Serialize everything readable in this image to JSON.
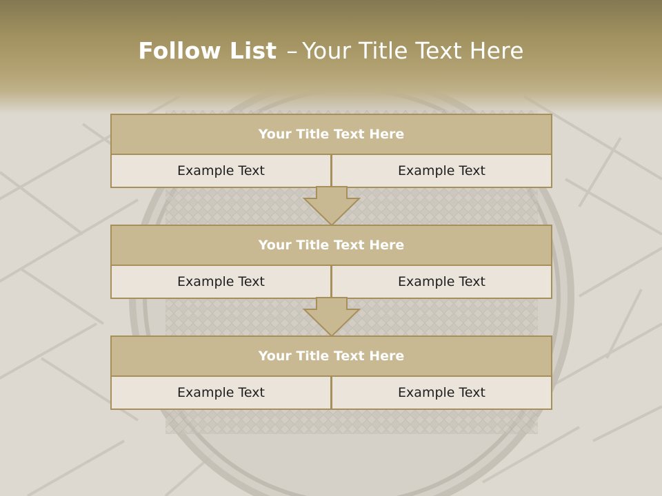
{
  "slide": {
    "title_bold": "Follow List",
    "title_sep": "–",
    "title_rest": "Your Title Text Here"
  },
  "blocks": [
    {
      "title": "Your Title Text Here",
      "left": "Example Text",
      "right": "Example Text"
    },
    {
      "title": "Your Title Text Here",
      "left": "Example Text",
      "right": "Example Text"
    },
    {
      "title": "Your Title Text Here",
      "left": "Example Text",
      "right": "Example Text"
    }
  ],
  "colors": {
    "header_fill": "#c8b993",
    "border": "#a68f5a",
    "cell_fill": "#ebe4da",
    "arrow_fill": "#c8b993"
  }
}
